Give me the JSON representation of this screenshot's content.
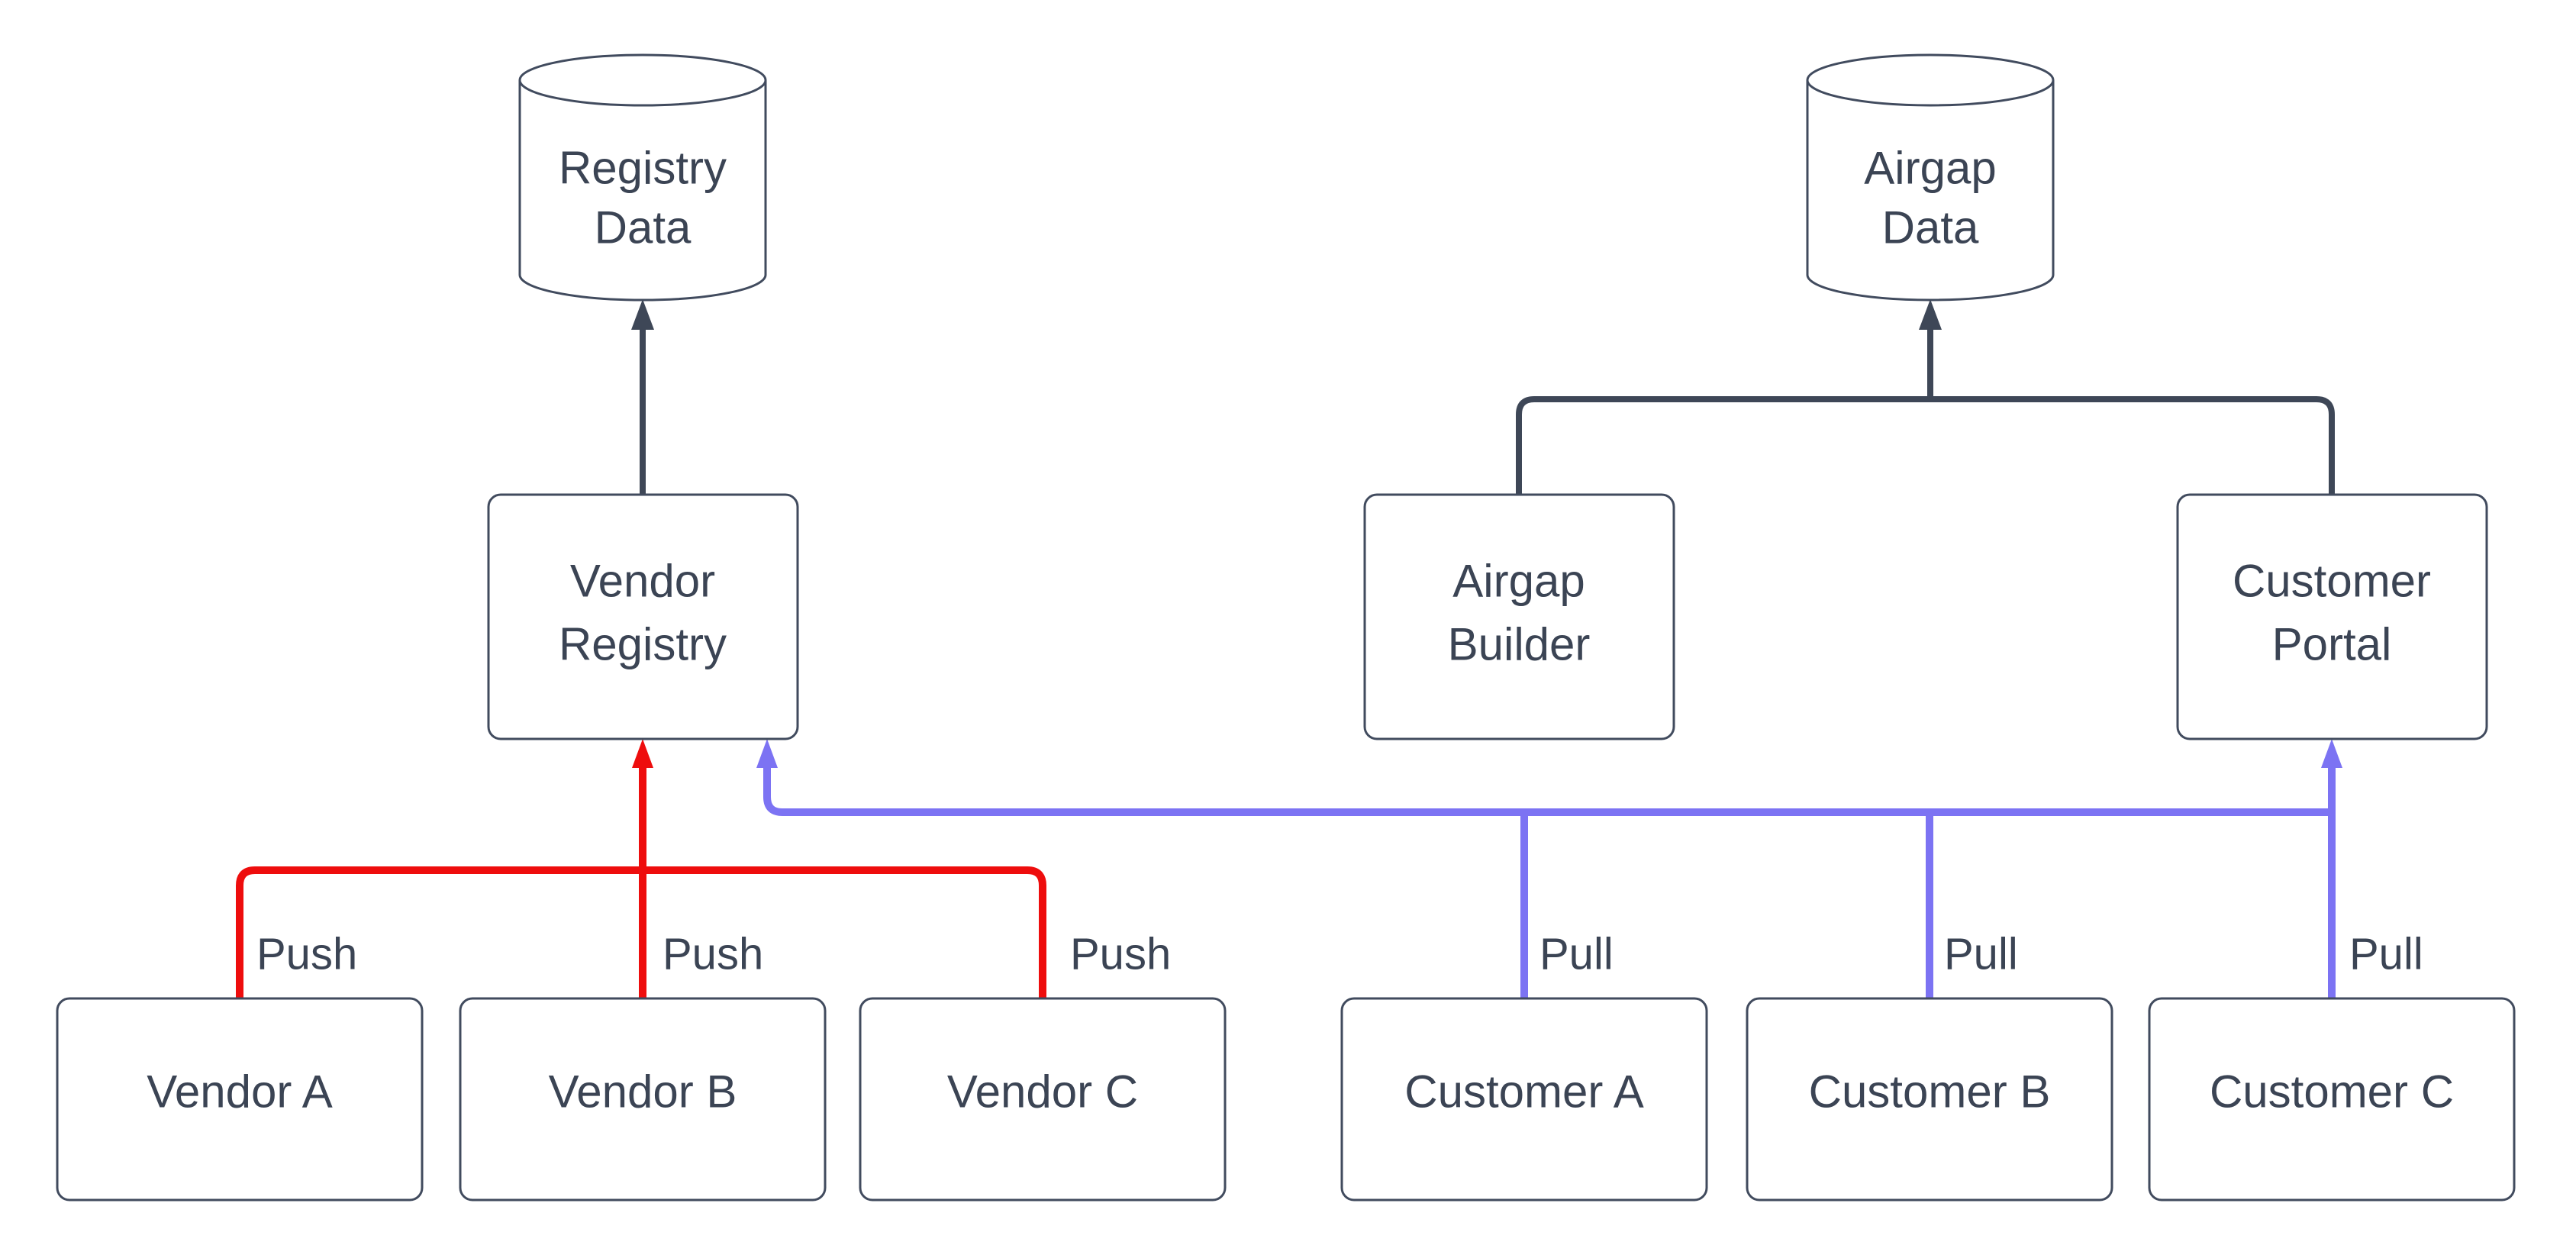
{
  "colors": {
    "line_dark": "#3e4757",
    "push_red": "#ee0d0d",
    "pull_blue": "#7c73f3",
    "text": "#3b4454",
    "node_fill": "#ffffff",
    "background": "#ffffff"
  },
  "datastores": {
    "registry_data": {
      "line1": "Registry",
      "line2": "Data"
    },
    "airgap_data": {
      "line1": "Airgap",
      "line2": "Data"
    }
  },
  "services": {
    "vendor_registry": {
      "line1": "Vendor",
      "line2": "Registry"
    },
    "airgap_builder": {
      "line1": "Airgap",
      "line2": "Builder"
    },
    "customer_portal": {
      "line1": "Customer",
      "line2": "Portal"
    }
  },
  "actors": {
    "vendor_a": {
      "label": "Vendor A"
    },
    "vendor_b": {
      "label": "Vendor B"
    },
    "vendor_c": {
      "label": "Vendor C"
    },
    "customer_a": {
      "label": "Customer A"
    },
    "customer_b": {
      "label": "Customer B"
    },
    "customer_c": {
      "label": "Customer C"
    }
  },
  "edge_labels": {
    "push": [
      "Push",
      "Push",
      "Push"
    ],
    "pull": [
      "Pull",
      "Pull",
      "Pull"
    ]
  }
}
